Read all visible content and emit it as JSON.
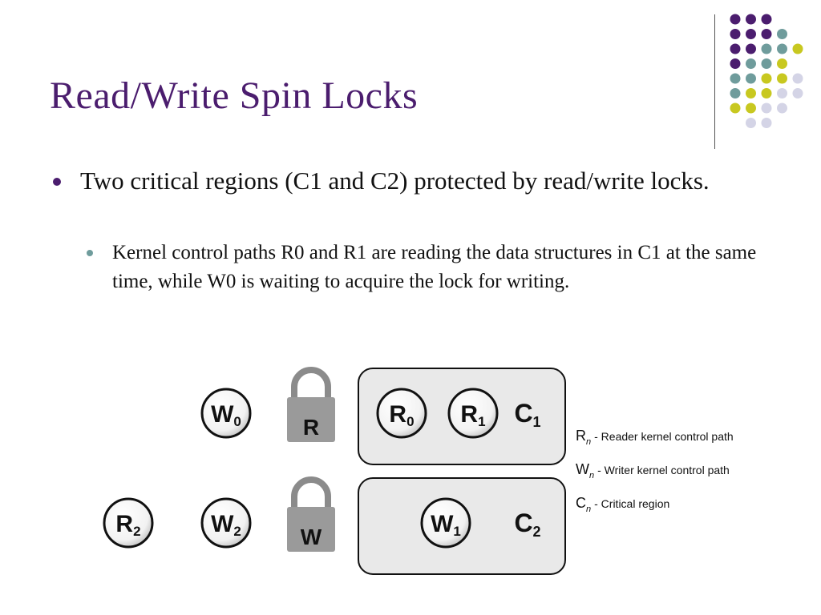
{
  "slide": {
    "title": "Read/Write Spin Locks",
    "bullets": [
      {
        "text": "Two critical regions (C1 and C2) protected by read/write locks.",
        "sub": [
          "Kernel control paths R0 and R1 are reading the data structures in C1 at the same time, while W0 is waiting to acquire the lock for writing."
        ]
      }
    ]
  },
  "colors": {
    "title": "#4b1d6e",
    "bullet_primary": "#4b1d6e",
    "bullet_secondary": "#6f9c9c",
    "dot_purple": "#4b1d6e",
    "dot_teal": "#6f9c9c",
    "dot_yellow": "#c8c820",
    "dot_lavender": "#d4d4e6"
  },
  "diagram": {
    "top_row": {
      "waiting": [
        {
          "letter": "W",
          "sub": "0"
        }
      ],
      "lock_letter": "R",
      "region": {
        "occupants": [
          {
            "letter": "R",
            "sub": "0"
          },
          {
            "letter": "R",
            "sub": "1"
          }
        ],
        "label": {
          "letter": "C",
          "sub": "1"
        }
      }
    },
    "bottom_row": {
      "waiting": [
        {
          "letter": "R",
          "sub": "2"
        },
        {
          "letter": "W",
          "sub": "2"
        }
      ],
      "lock_letter": "W",
      "region": {
        "occupants": [
          {
            "letter": "W",
            "sub": "1"
          }
        ],
        "label": {
          "letter": "C",
          "sub": "2"
        }
      }
    },
    "legend": [
      {
        "letter": "R",
        "sub": "n",
        "text": "- Reader kernel control path"
      },
      {
        "letter": "W",
        "sub": "n",
        "text": "- Writer kernel control path"
      },
      {
        "letter": "C",
        "sub": "n",
        "text": "- Critical region"
      }
    ]
  }
}
